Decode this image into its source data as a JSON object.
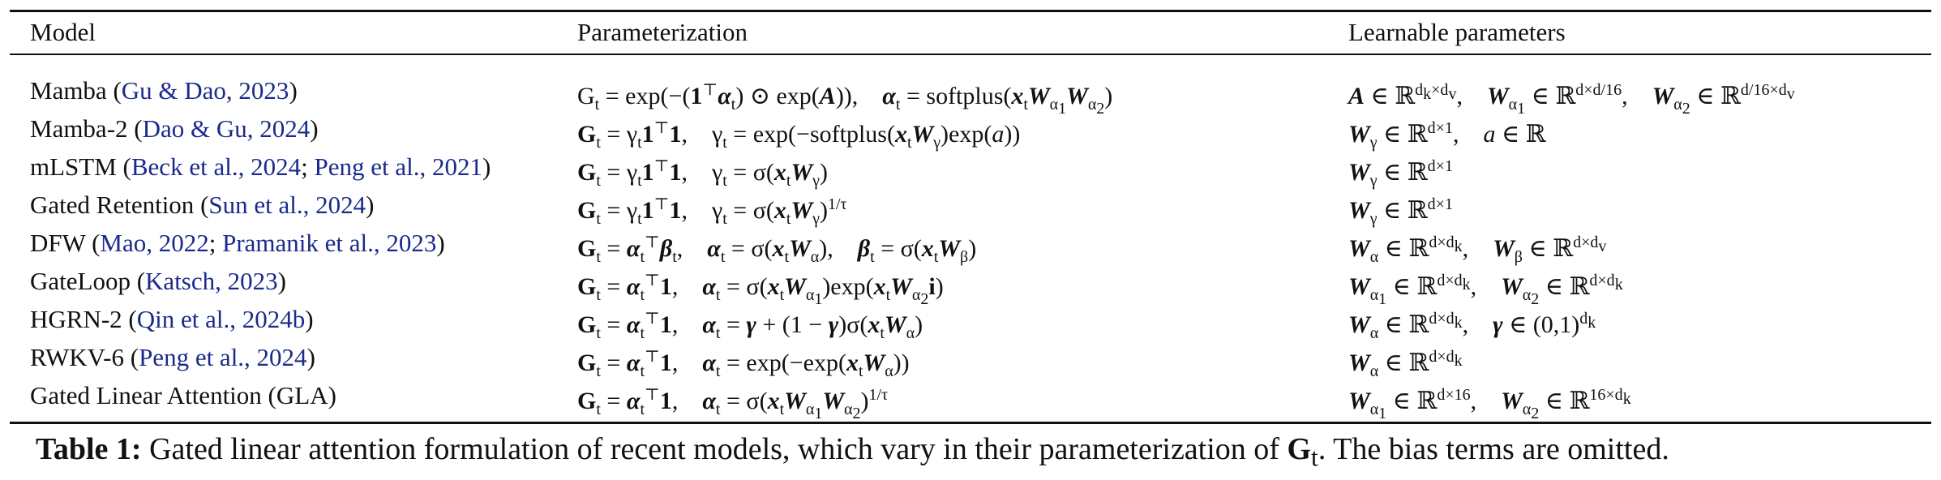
{
  "headers": [
    "Model",
    "Parameterization",
    "Learnable parameters"
  ],
  "rows": [
    {
      "model": "Mamba",
      "cites": [
        "Gu & Dao, 2023"
      ],
      "param": "G<sub>t</sub> = exp(−(<b>1</b><sup>⊤</sup><b><i>α</i></b><sub>t</sub>) ⊙ exp(<b><i>A</i></b>)),&nbsp;&nbsp;&nbsp; <b><i>α</i></b><sub>t</sub> = softplus(<b><i>x</i></b><sub>t</sub><b><i>W</i></b><sub>α<sub>1</sub></sub><b><i>W</i></b><sub>α<sub>2</sub></sub>)",
      "learn": "<b><i>A</i></b> ∈ ℝ<sup>d<sub>k</sub>×d<sub>v</sub></sup>,&nbsp;&nbsp;&nbsp; <b><i>W</i></b><sub>α<sub>1</sub></sub> ∈ ℝ<sup>d×d/16</sup>,&nbsp;&nbsp;&nbsp; <b><i>W</i></b><sub>α<sub>2</sub></sub> ∈ ℝ<sup>d/16×d<sub>v</sub></sup>"
    },
    {
      "model": "Mamba-2",
      "cites": [
        "Dao & Gu, 2024"
      ],
      "param": "<b>G</b><sub>t</sub> = γ<sub>t</sub><b>1</b><sup>⊤</sup><b>1</b>,&nbsp;&nbsp;&nbsp; γ<sub>t</sub> = exp(−softplus(<b><i>x</i></b><sub>t</sub><b><i>W</i></b><sub>γ</sub>)exp(<i>a</i>))",
      "learn": "<b><i>W</i></b><sub>γ</sub> ∈ ℝ<sup>d×1</sup>,&nbsp;&nbsp;&nbsp; <i>a</i> ∈ ℝ"
    },
    {
      "model": "mLSTM",
      "cites": [
        "Beck et al., 2024",
        "Peng et al., 2021"
      ],
      "param": "<b>G</b><sub>t</sub> = γ<sub>t</sub><b>1</b><sup>⊤</sup><b>1</b>,&nbsp;&nbsp;&nbsp; γ<sub>t</sub> = σ(<b><i>x</i></b><sub>t</sub><b><i>W</i></b><sub>γ</sub>)",
      "learn": "<b><i>W</i></b><sub>γ</sub> ∈ ℝ<sup>d×1</sup>"
    },
    {
      "model": "Gated Retention",
      "cites": [
        "Sun et al., 2024"
      ],
      "param": "<b>G</b><sub>t</sub> = γ<sub>t</sub><b>1</b><sup>⊤</sup><b>1</b>,&nbsp;&nbsp;&nbsp; γ<sub>t</sub> = σ(<b><i>x</i></b><sub>t</sub><b><i>W</i></b><sub>γ</sub>)<sup>1/τ</sup>",
      "learn": "<b><i>W</i></b><sub>γ</sub> ∈ ℝ<sup>d×1</sup>"
    },
    {
      "model": "DFW",
      "cites": [
        "Mao, 2022",
        "Pramanik et al., 2023"
      ],
      "param": "<b>G</b><sub>t</sub> = <b><i>α</i></b><sub>t</sub><sup>⊤</sup><b><i>β</i></b><sub>t</sub>,&nbsp;&nbsp;&nbsp; <b><i>α</i></b><sub>t</sub> = σ(<b><i>x</i></b><sub>t</sub><b><i>W</i></b><sub>α</sub>),&nbsp;&nbsp;&nbsp; <b><i>β</i></b><sub>t</sub> = σ(<b><i>x</i></b><sub>t</sub><b><i>W</i></b><sub>β</sub>)",
      "learn": "<b><i>W</i></b><sub>α</sub> ∈ ℝ<sup>d×d<sub>k</sub></sup>,&nbsp;&nbsp;&nbsp; <b><i>W</i></b><sub>β</sub> ∈ ℝ<sup>d×d<sub>v</sub></sup>"
    },
    {
      "model": "GateLoop",
      "cites": [
        "Katsch, 2023"
      ],
      "param": "<b>G</b><sub>t</sub> = <b><i>α</i></b><sub>t</sub><sup>⊤</sup><b>1</b>,&nbsp;&nbsp;&nbsp; <b><i>α</i></b><sub>t</sub> = σ(<b><i>x</i></b><sub>t</sub><b><i>W</i></b><sub>α<sub>1</sub></sub>)exp(<b><i>x</i></b><sub>t</sub><b><i>W</i></b><sub>α<sub>2</sub></sub><b>i</b>)",
      "learn": "<b><i>W</i></b><sub>α<sub>1</sub></sub> ∈ ℝ<sup>d×d<sub>k</sub></sup>,&nbsp;&nbsp;&nbsp; <b><i>W</i></b><sub>α<sub>2</sub></sub> ∈ ℝ<sup>d×d<sub>k</sub></sup>"
    },
    {
      "model": "HGRN-2",
      "cites": [
        "Qin et al., 2024b"
      ],
      "param": "<b>G</b><sub>t</sub> = <b><i>α</i></b><sub>t</sub><sup>⊤</sup><b>1</b>,&nbsp;&nbsp;&nbsp; <b><i>α</i></b><sub>t</sub> = <b><i>γ</i></b> + (1 − <b><i>γ</i></b>)σ(<b><i>x</i></b><sub>t</sub><b><i>W</i></b><sub>α</sub>)",
      "learn": "<b><i>W</i></b><sub>α</sub> ∈ ℝ<sup>d×d<sub>k</sub></sup>,&nbsp;&nbsp;&nbsp; <b><i>γ</i></b> ∈ (0,1)<sup>d<sub>k</sub></sup>"
    },
    {
      "model": "RWKV-6",
      "cites": [
        "Peng et al., 2024"
      ],
      "param": "<b>G</b><sub>t</sub> = <b><i>α</i></b><sub>t</sub><sup>⊤</sup><b>1</b>,&nbsp;&nbsp;&nbsp; <b><i>α</i></b><sub>t</sub> = exp(−exp(<b><i>x</i></b><sub>t</sub><b><i>W</i></b><sub>α</sub>))",
      "learn": "<b><i>W</i></b><sub>α</sub> ∈ ℝ<sup>d×d<sub>k</sub></sup>"
    },
    {
      "model": "Gated Linear Attention (GLA)",
      "cites": [],
      "param": "<b>G</b><sub>t</sub> = <b><i>α</i></b><sub>t</sub><sup>⊤</sup><b>1</b>,&nbsp;&nbsp;&nbsp; <b><i>α</i></b><sub>t</sub> = σ(<b><i>x</i></b><sub>t</sub><b><i>W</i></b><sub>α<sub>1</sub></sub><b><i>W</i></b><sub>α<sub>2</sub></sub>)<sup>1/τ</sup>",
      "learn": "<b><i>W</i></b><sub>α<sub>1</sub></sub> ∈ ℝ<sup>d×16</sup>,&nbsp;&nbsp;&nbsp; <b><i>W</i></b><sub>α<sub>2</sub></sub> ∈ ℝ<sup>16×d<sub>k</sub></sup>"
    }
  ],
  "caption": {
    "label": "Table 1:",
    "text_html": "Gated linear attention formulation of recent models, which vary in their parameterization of <b>G</b><sub>t</sub>. The bias terms are omitted."
  }
}
